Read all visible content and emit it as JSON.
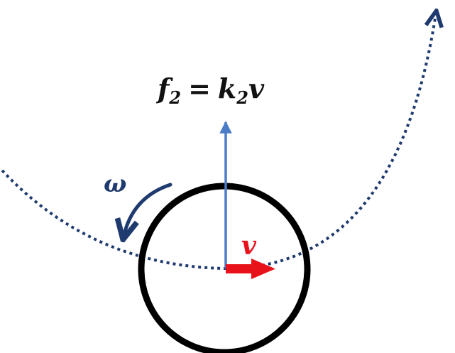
{
  "labels": {
    "force": {
      "symbol": "f",
      "sub": "2",
      "equals": "=",
      "coef": "k",
      "coef_sub": "2",
      "var": "v"
    },
    "omega": "ω",
    "velocity": "v"
  },
  "colors": {
    "circle": "#000000",
    "path": "#1f3a6e",
    "omega_arrow": "#1f3a6e",
    "force_arrow": "#4a7cc7",
    "velocity_arrow": "#e8121a"
  }
}
